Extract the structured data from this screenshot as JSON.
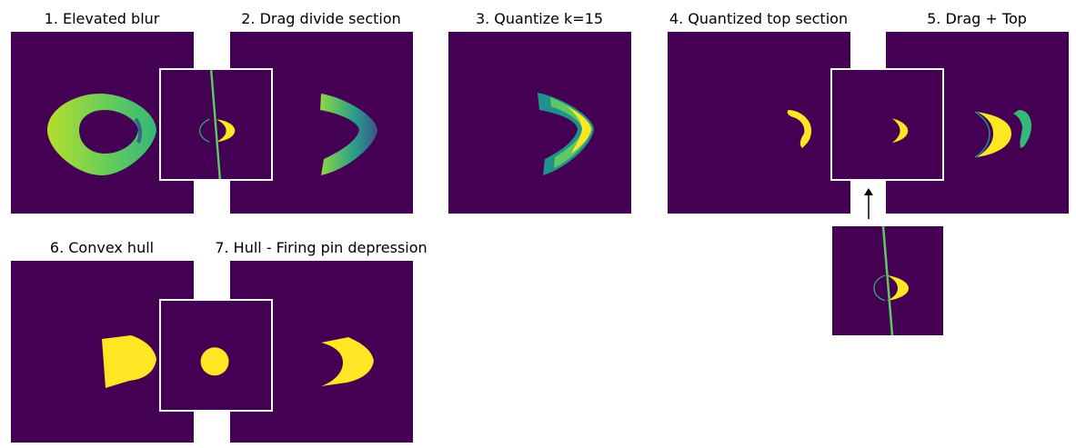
{
  "titles": {
    "p1": "1. Elevated blur",
    "p2": "2. Drag divide section",
    "p3": "3. Quantize k=15",
    "p4": "4. Quantized top section",
    "p5": "5. Drag + Top",
    "p6": "6. Convex hull",
    "p7": "7. Hull - Firing pin depression"
  },
  "colors": {
    "background": "#440154",
    "yellow": "#fde725",
    "green": "#35b779",
    "teal": "#21918c",
    "light_green": "#8fd744",
    "blue": "#31688e",
    "inset_border": "#ffffff"
  }
}
